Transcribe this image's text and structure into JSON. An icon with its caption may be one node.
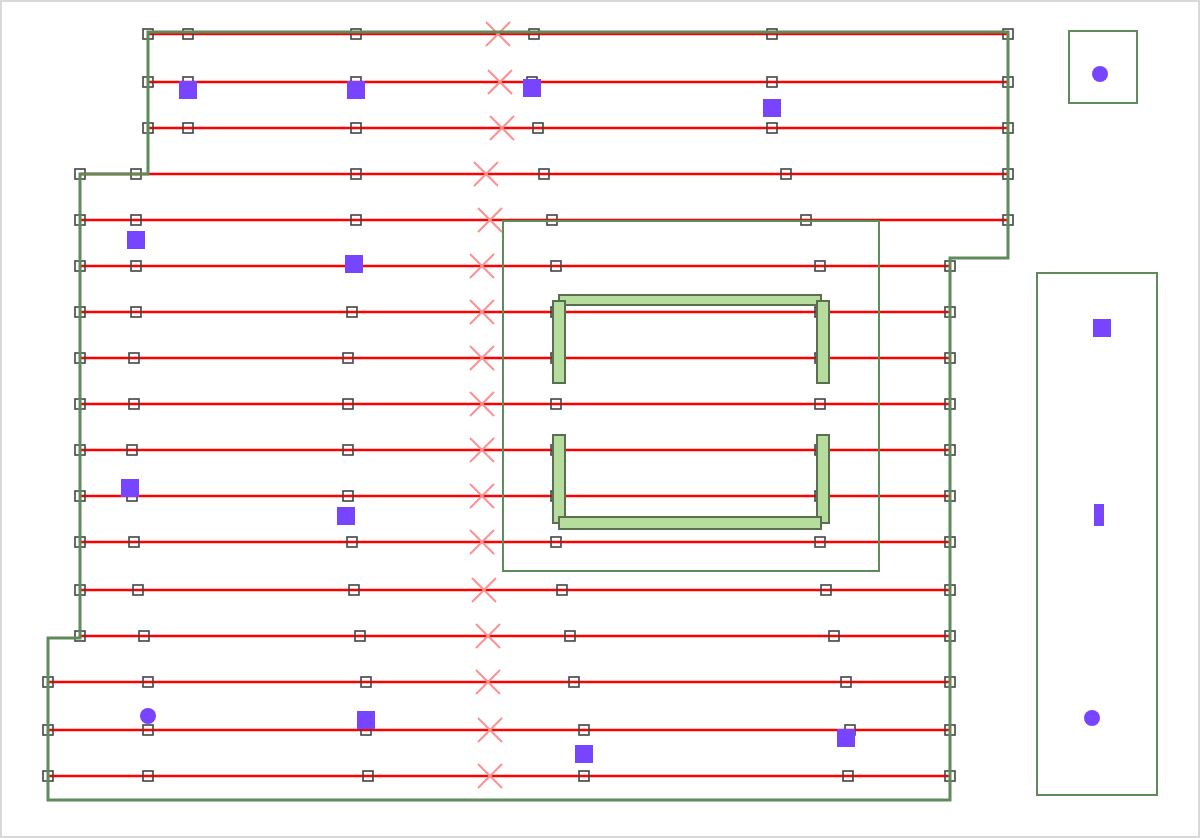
{
  "diagram": {
    "nodes": [
      {
        "text": [],
        "shape": "box"
      },
      {
        "text": [],
        "shape": "box",
        "in": 0
      },
      {
        "text": [],
        "shape": "bar",
        "in": 1
      },
      {
        "text": [],
        "shape": "bar",
        "in": 1
      },
      {
        "text": [],
        "shape": "bar",
        "in": 1
      },
      {
        "text": [],
        "shape": "bar",
        "in": 1
      },
      {
        "text": [],
        "shape": "bar",
        "in": 1
      },
      {
        "text": [],
        "shape": "bar",
        "in": 1
      },
      {
        "text": [],
        "shape": "box"
      },
      {
        "text": [],
        "shape": "box"
      }
    ]
  }
}
